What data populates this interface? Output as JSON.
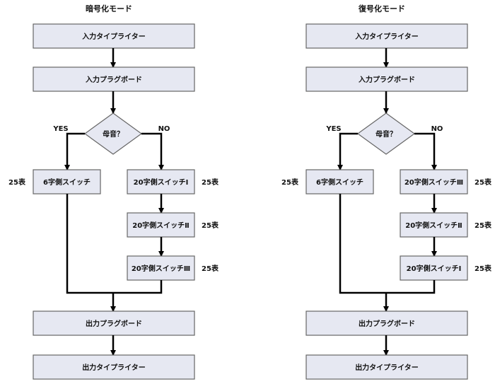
{
  "colors": {
    "box_fill": "#e6e8f2",
    "box_stroke": "#666666",
    "line": "#000000"
  },
  "encrypt": {
    "title": "暗号化モード",
    "input_typewriter": "入力タイプライター",
    "input_plugboard": "入力プラグボード",
    "decision": "母音？",
    "yes": "YES",
    "no": "NO",
    "six_switch": "6字側スイッチ",
    "twenty_1": "20字側スイッチⅠ",
    "twenty_2": "20字側スイッチⅡ",
    "twenty_3": "20字側スイッチⅢ",
    "table_six": "25表",
    "table_1": "25表",
    "table_2": "25表",
    "table_3": "25表",
    "output_plugboard": "出力プラグボード",
    "output_typewriter": "出力タイプライター"
  },
  "decrypt": {
    "title": "復号化モード",
    "input_typewriter": "入力タイプライター",
    "input_plugboard": "入力プラグボード",
    "decision": "母音？",
    "yes": "YES",
    "no": "NO",
    "six_switch": "6字側スイッチ",
    "twenty_1": "20字側スイッチⅢ",
    "twenty_2": "20字側スイッチⅡ",
    "twenty_3": "20字側スイッチⅠ",
    "table_six": "25表",
    "table_1": "25表",
    "table_2": "25表",
    "table_3": "25表",
    "output_plugboard": "出力プラグボード",
    "output_typewriter": "出力タイプライター"
  }
}
